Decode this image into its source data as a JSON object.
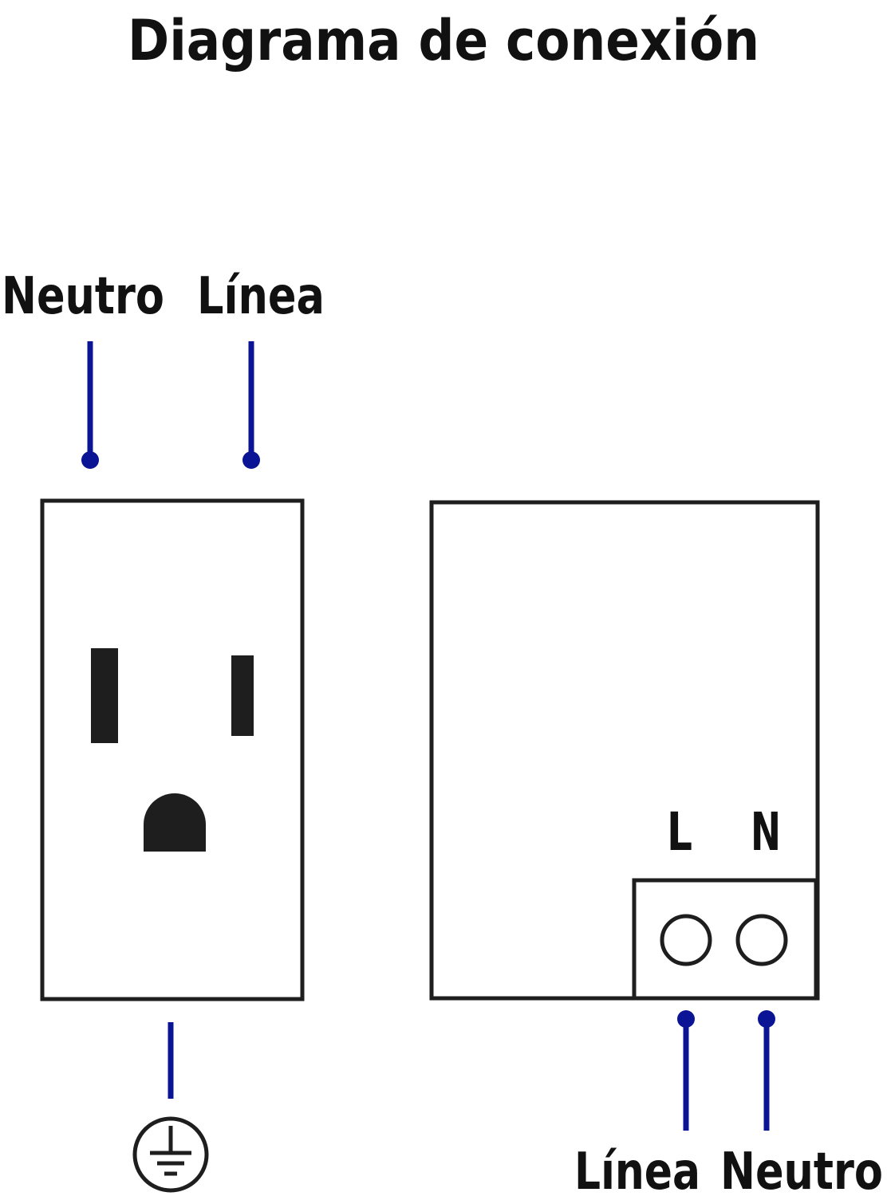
{
  "title": "Diagrama de conexión",
  "outlet": {
    "neutral_label": "Neutro",
    "line_label": "Línea"
  },
  "device": {
    "terminal_l_label": "L",
    "terminal_n_label": "N",
    "line_label": "Línea",
    "neutral_label": "Neutro"
  },
  "icons": {
    "ground": "ground-icon"
  },
  "colors": {
    "wire": "#0a1494",
    "outline": "#1e1e1e",
    "slot": "#1e1e1e",
    "text": "#111111"
  }
}
